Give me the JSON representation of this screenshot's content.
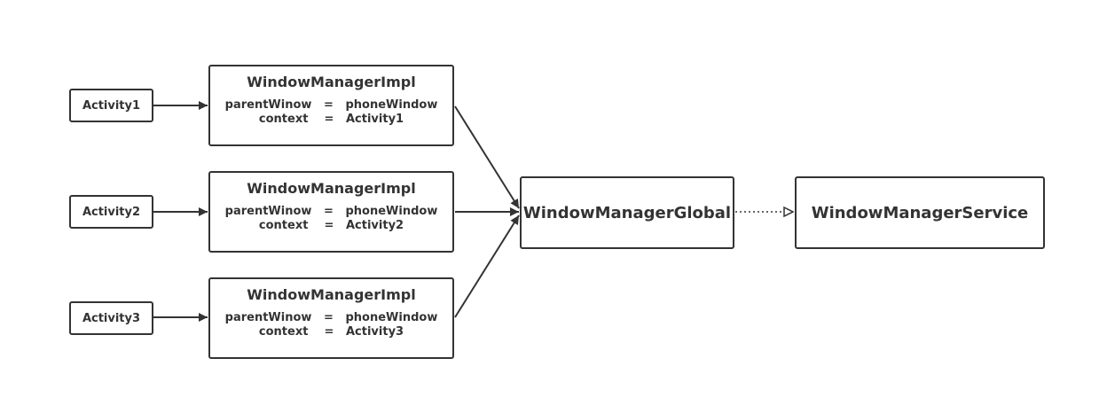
{
  "activities": [
    {
      "label": "Activity1"
    },
    {
      "label": "Activity2"
    },
    {
      "label": "Activity3"
    }
  ],
  "impls": [
    {
      "title": "WindowManagerImpl",
      "line1": "parentWinow   =   phoneWindow",
      "line2": "context    =   Activity1"
    },
    {
      "title": "WindowManagerImpl",
      "line1": "parentWinow   =   phoneWindow",
      "line2": "context    =   Activity2"
    },
    {
      "title": "WindowManagerImpl",
      "line1": "parentWinow   =   phoneWindow",
      "line2": "context    =   Activity3"
    }
  ],
  "global": {
    "label": "WindowManagerGlobal"
  },
  "service": {
    "label": "WindowManagerService"
  },
  "colors": {
    "stroke": "#333333",
    "background": "#ffffff"
  }
}
